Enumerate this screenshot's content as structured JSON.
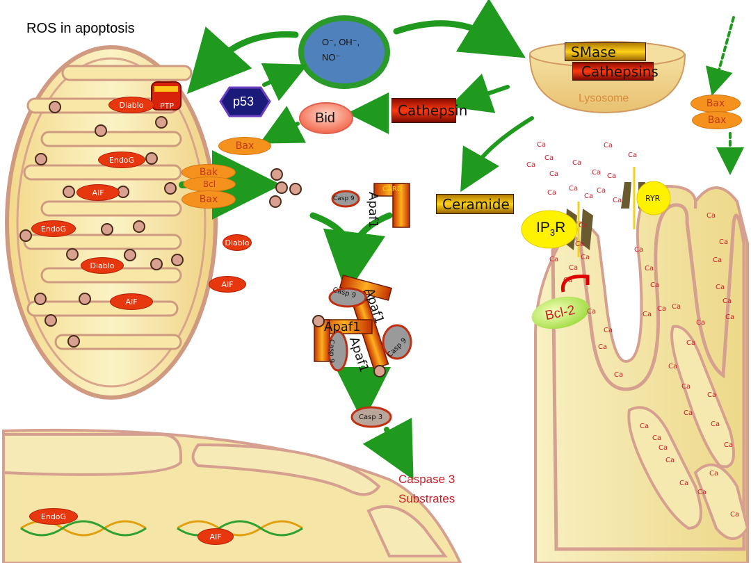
{
  "title": "ROS in apoptosis",
  "ros": {
    "line1": "O⁻, OH⁻,",
    "line2": "NO⁻"
  },
  "labels": {
    "p53": "p53",
    "bid": "Bid",
    "cathepsin": "Cathepsin",
    "bax_upper": "Bax",
    "bak": "Bak",
    "bcl": "Bcl",
    "bax_lower": "Bax",
    "smase": "SMase",
    "cathepsins": "Cathepsins",
    "lysosome": "Lysosome",
    "bax_right_1": "Bax",
    "bax_right_2": "Bax",
    "ceramide": "Ceramide",
    "apaf1": "Apaf1",
    "card": "CARD",
    "casp9": "Casp 9",
    "casp3": "Casp 3",
    "apoptosome_apaf": "Apaf1",
    "ptp": "PTP",
    "ip3r": "IP3R",
    "ryr": "RYR",
    "bcl2": "Bcl-2",
    "caspase3_substrates_1": "Caspase 3",
    "caspase3_substrates_2": "Substrates"
  },
  "mito_proteins": [
    {
      "text": "Diablo"
    },
    {
      "text": "EndoG"
    },
    {
      "text": "AIF"
    },
    {
      "text": "EndoG"
    },
    {
      "text": "Diablo"
    },
    {
      "text": "AIF"
    }
  ],
  "released_proteins": [
    {
      "text": "Diablo"
    },
    {
      "text": "AIF"
    }
  ],
  "nucleus_proteins": [
    {
      "text": "EndoG"
    },
    {
      "text": "AIF"
    }
  ],
  "ca_label": "Ca",
  "colors": {
    "arrow_green": "#1f9a1f",
    "ros_fill": "#4f81bd",
    "ros_ring": "#2a9a2a",
    "mito_fill": "#f6e39a",
    "mito_edge": "#cc8a6a",
    "protein_red": "#e6370f",
    "bax_orange": "#f5921e",
    "er_fill": "#f3e49a",
    "ca_red": "#c8202a"
  }
}
